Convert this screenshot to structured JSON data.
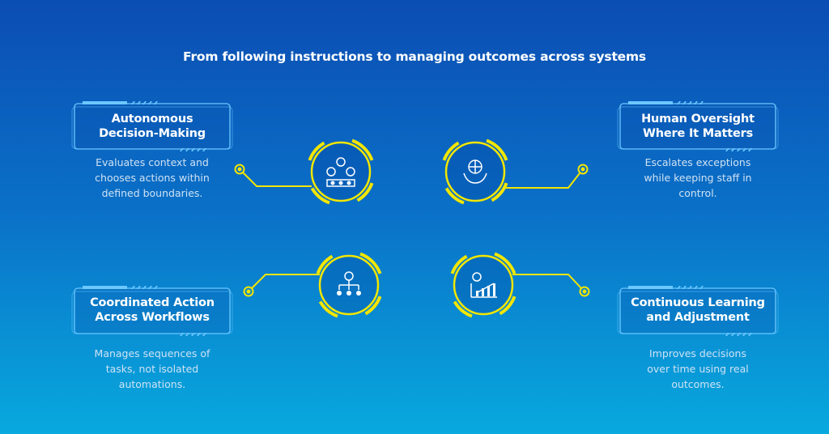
{
  "title": "From following instructions to managing outcomes across systems",
  "colors": {
    "accent": "#f2e600",
    "box_border": "#6cc8ff",
    "text": "#ffffff"
  },
  "cards": [
    {
      "title_line1": "Autonomous",
      "title_line2": "Decision-Making",
      "desc_lines": [
        "Evaluates context and",
        "chooses actions within",
        "defined boundaries."
      ],
      "icon": "decision-team-icon"
    },
    {
      "title_line1": "Human Oversight",
      "title_line2": "Where It Matters",
      "desc_lines": [
        "Escalates exceptions",
        "while keeping staff in",
        "control."
      ],
      "icon": "hands-globe-icon"
    },
    {
      "title_line1": "Coordinated Action",
      "title_line2": "Across Workflows",
      "desc_lines": [
        "Manages sequences of",
        "tasks, not isolated",
        "automations."
      ],
      "icon": "workflow-team-icon"
    },
    {
      "title_line1": "Continuous Learning",
      "title_line2": "and Adjustment",
      "desc_lines": [
        "Improves decisions",
        "over time using real",
        "outcomes."
      ],
      "icon": "growth-chart-icon"
    }
  ]
}
